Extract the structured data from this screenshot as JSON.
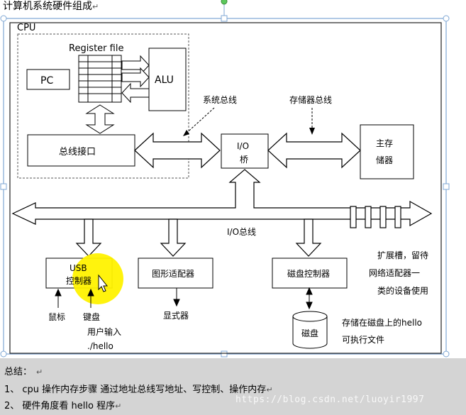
{
  "doc_title": "计算机系统硬件组成",
  "paragraph_mark": "↵",
  "labels": {
    "cpu": "CPU",
    "register_file": "Register file",
    "pc": "PC",
    "alu": "ALU",
    "bus_interface": "总线接口",
    "system_bus": "系统总线",
    "memory_bus": "存储器总线",
    "io_bridge_line1": "I/O",
    "io_bridge_line2": "桥",
    "main_memory_line1": "主存",
    "main_memory_line2": "储器",
    "io_bus": "I/O总线",
    "usb_line1": "USB",
    "usb_line2": "控制器",
    "graphics_adapter": "图形适配器",
    "disk_controller": "磁盘控制器",
    "mouse": "鼠标",
    "keyboard": "键盘",
    "user_input": "用户输入",
    "hello_cmd": "./hello",
    "display": "显式器",
    "disk": "磁盘",
    "expansion_line1": "扩展槽，留待",
    "expansion_line2": "网络适配器一",
    "expansion_line3": "类的设备使用",
    "hello_file_line1": "存储在磁盘上的hello",
    "hello_file_line2": "可执行文件"
  },
  "summary": {
    "heading": "总结：",
    "item1": "1、 cpu 操作内存步骤  通过地址总线写地址、写控制、操作内存",
    "item2": "2、 硬件角度看 hello 程序"
  },
  "watermark": "https://blog.csdn.net/luoyir1997"
}
